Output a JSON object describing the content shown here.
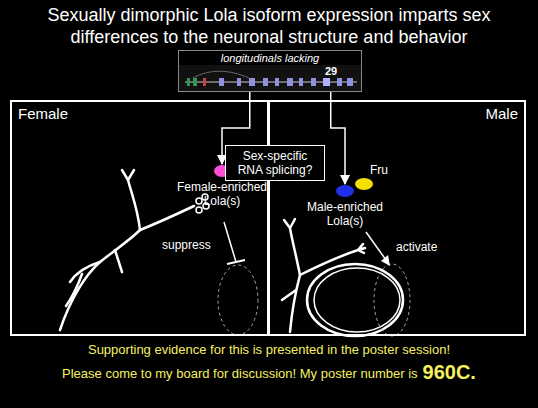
{
  "diagram": {
    "title": "Sexually dimorphic Lola isoform expression imparts sex differences to the neuronal structure and behavior",
    "nodes": [
      {
        "text": [
          "longitudinals lacking",
          "29"
        ]
      },
      {
        "text": [
          "Female"
        ]
      },
      {
        "text": [
          "Male"
        ]
      },
      {
        "text": [
          "Sex-specific RNA splicing?"
        ]
      },
      {
        "text": [
          "Female-enriched Lola(s)"
        ],
        "in": 1
      },
      {
        "text": [
          "Male-enriched Lola(s)"
        ],
        "in": 2
      },
      {
        "text": [
          "Fru"
        ],
        "in": 2
      }
    ],
    "edges": [
      {
        "from": 0,
        "to": 4,
        "arrow": "to"
      },
      {
        "from": 0,
        "to": 5,
        "arrow": "to"
      }
    ],
    "labels": [
      "suppress",
      "activate",
      "Supporting evidence for this is presented in the poster session!",
      "Please come to my board for discussion! My poster number is",
      "960C."
    ]
  }
}
